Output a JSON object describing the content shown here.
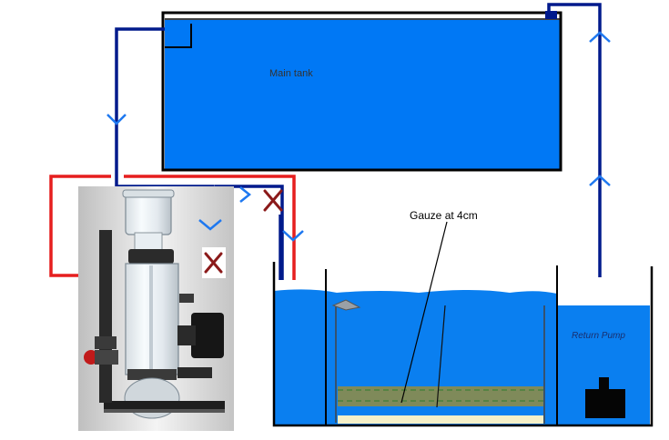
{
  "labels": {
    "main_tank": "Main tank",
    "gauze": "Gauze at 4cm",
    "return_pump": "Return Pump"
  },
  "colors": {
    "water": "#0a7ff0",
    "main_tank_water": "#0078f5",
    "drain_pipe": "#001a8c",
    "skimmer_feed_pipe": "#e61e1e",
    "flow_arrow": "#1e78f0",
    "blocked_mark": "#8b1a1a",
    "gauze_fill": "#7f8a5a"
  },
  "icons": {
    "flow_arrow": "chevron-arrow",
    "blocked": "x-mark",
    "skimmer": "protein-skimmer-photo",
    "pump": "pump-block"
  }
}
